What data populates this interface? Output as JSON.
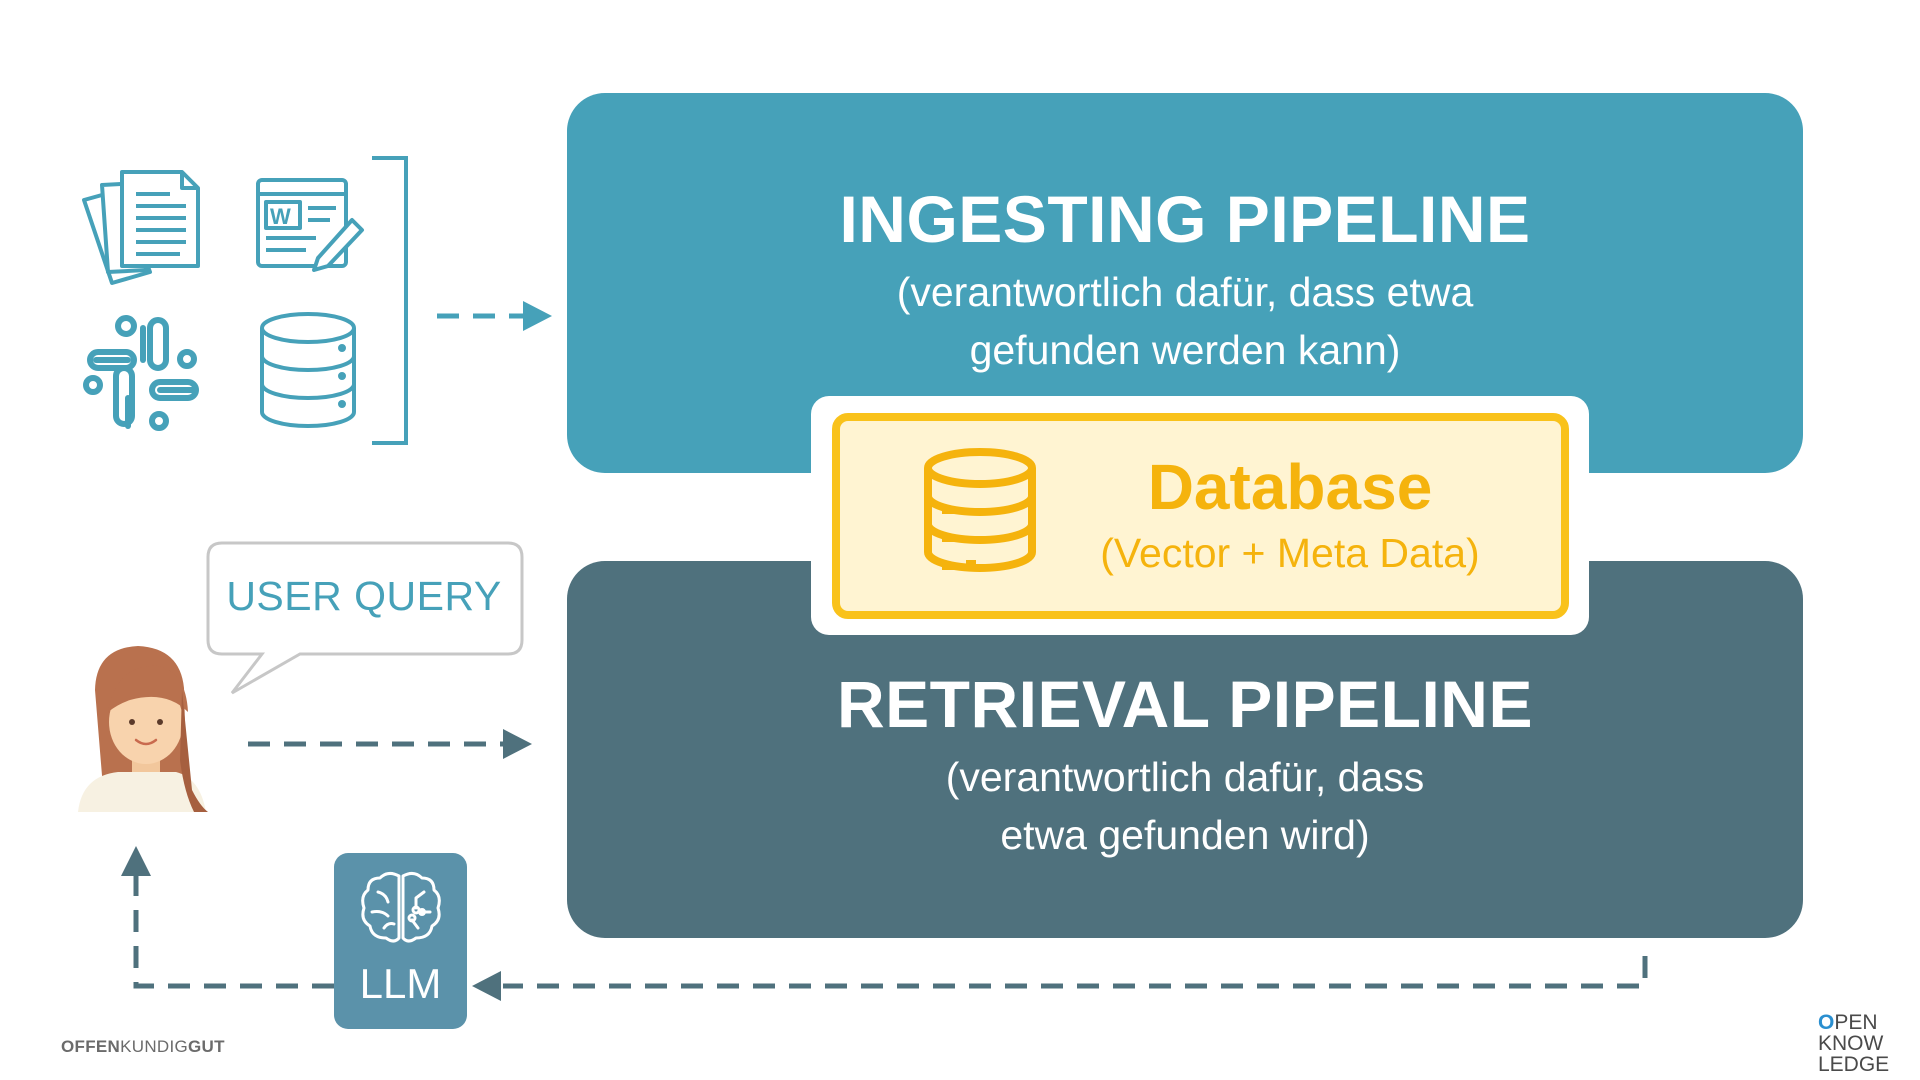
{
  "ingesting_pipeline": {
    "title": "INGESTING PIPELINE",
    "subtitle_line1": "(verantwortlich dafür, dass etwa",
    "subtitle_line2": "gefunden werden kann)"
  },
  "database": {
    "title": "Database",
    "subtitle": "(Vector + Meta Data)"
  },
  "retrieval_pipeline": {
    "title": "RETRIEVAL PIPELINE",
    "subtitle_line1": "(verantwortlich dafür, dass",
    "subtitle_line2": "etwa gefunden wird)"
  },
  "user_query": {
    "label": "USER QUERY"
  },
  "llm": {
    "label": "LLM"
  },
  "sources": {
    "icons": [
      "documents-icon",
      "word-document-icon",
      "slack-icon",
      "database-icon"
    ]
  },
  "footer": {
    "left_part1": "OFFEN",
    "left_part2": "KUNDIG",
    "left_part3": "GUT",
    "right_line1": "PEN",
    "right_line2": "KNOW",
    "right_line3": "LEDGE"
  },
  "colors": {
    "ingest": "#46a1b9",
    "retrieval": "#4f717d",
    "database_fill": "#fff4d2",
    "database_accent": "#f9c21b",
    "llm": "#5b92aa"
  }
}
